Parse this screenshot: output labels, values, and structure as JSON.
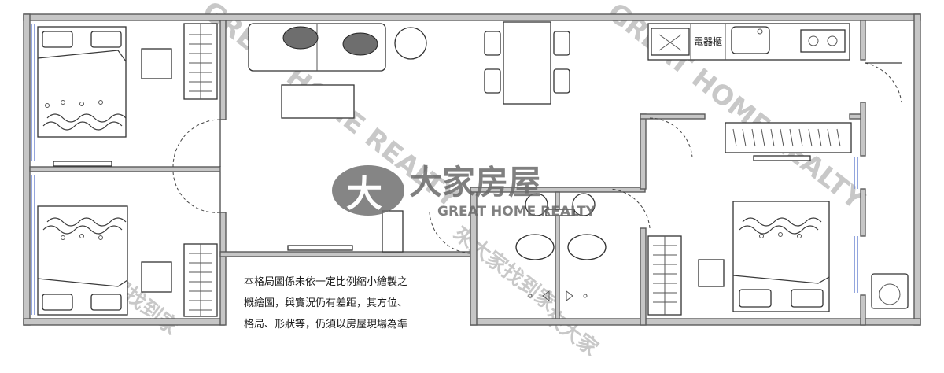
{
  "appliance_label": "電器櫃",
  "brand": {
    "logo_text": "大家房屋",
    "logo_subtext": "GREAT HOME REALTY",
    "watermark_text": "GREAT HOME REALTY",
    "stamp_text": "來大家找到家"
  },
  "disclaimer": {
    "line1": "本格局圖係未依一定比例縮小繪製之",
    "line2": "概繪圖，與實況仍有差距，其方位、",
    "line3": "格局、形狀等，仍須以房屋現場為準"
  }
}
